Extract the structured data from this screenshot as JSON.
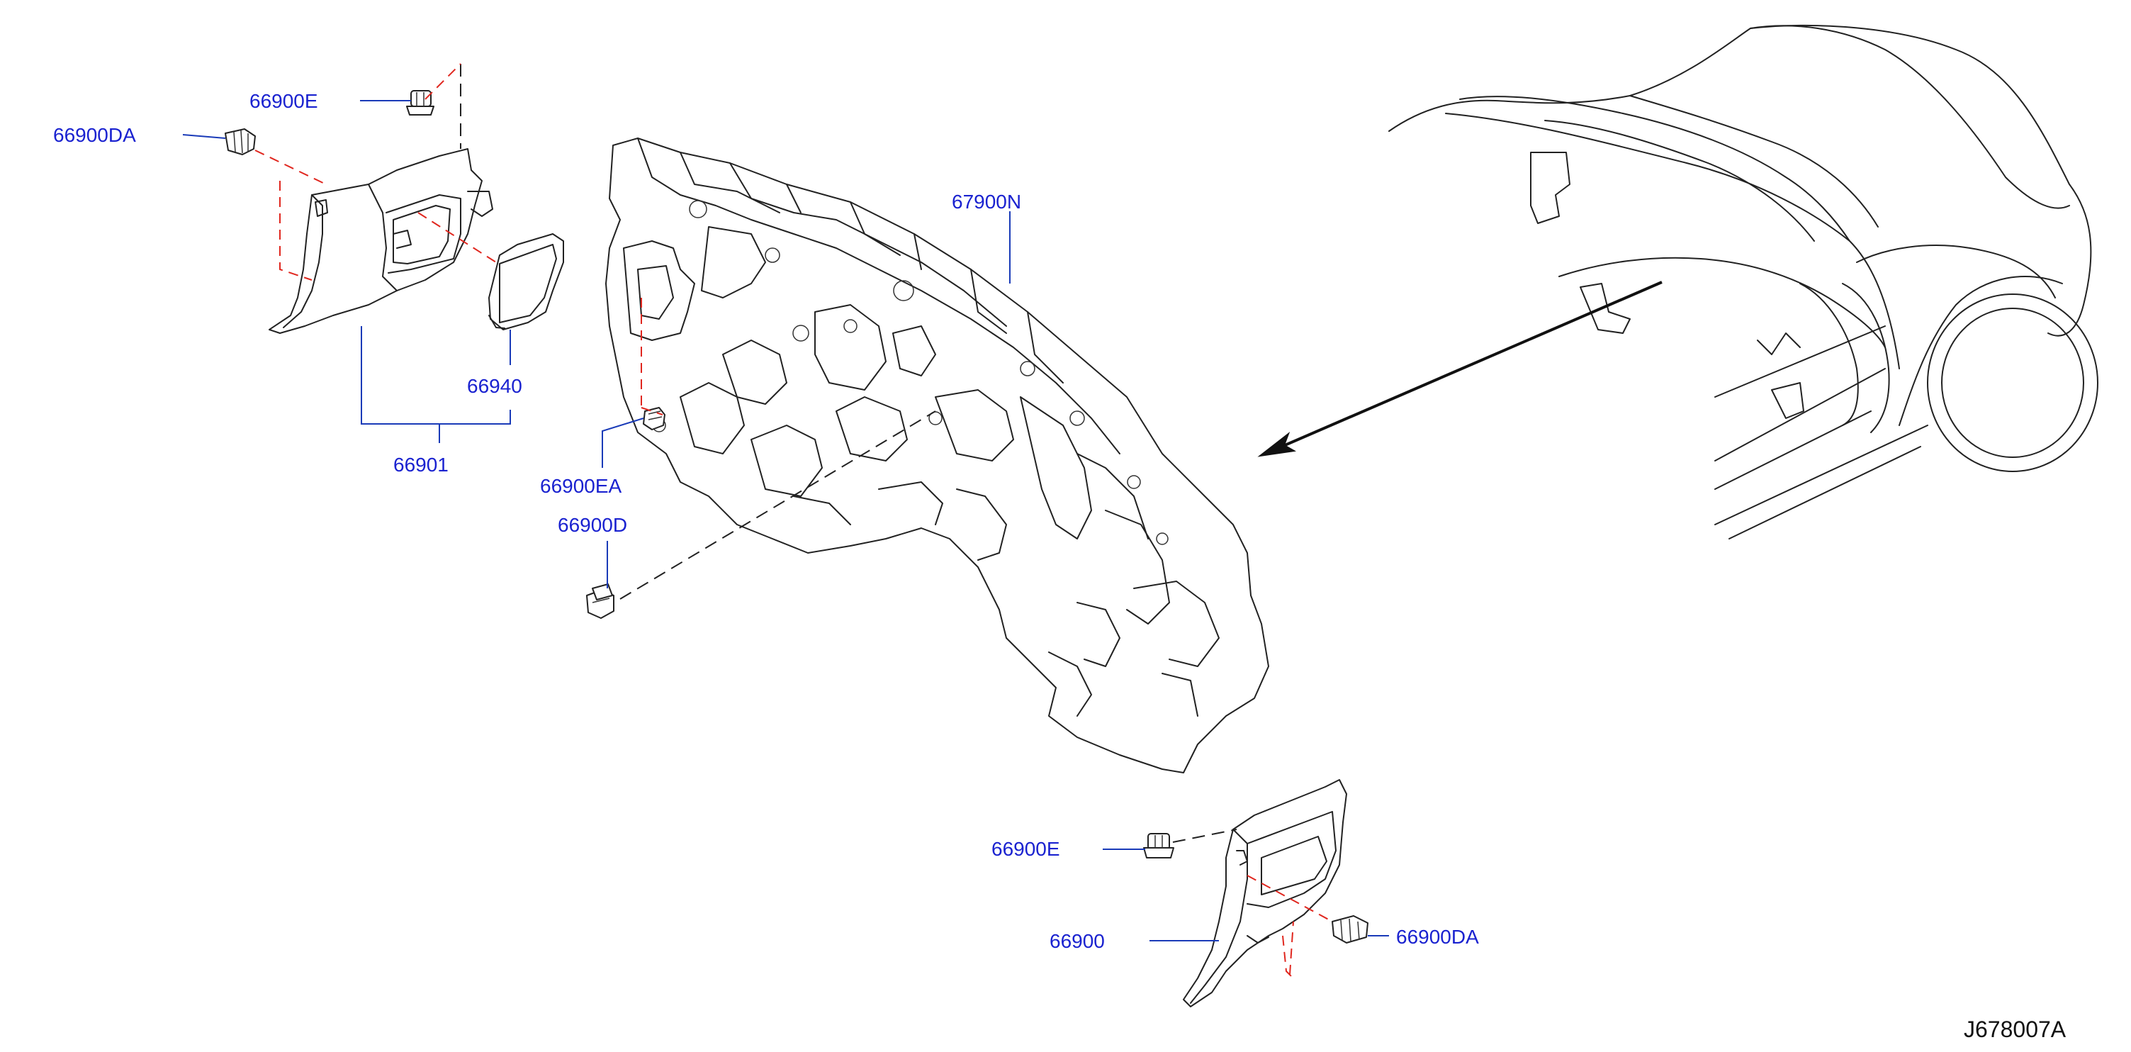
{
  "labels": {
    "p66900E_top": "66900E",
    "p66900DA_top": "66900DA",
    "p67900N": "67900N",
    "p66940": "66940",
    "p66901": "66901",
    "p66900EA": "66900EA",
    "p66900D": "66900D",
    "p66900E_bottom": "66900E",
    "p66900": "66900",
    "p66900DA_bottom": "66900DA"
  },
  "diagram_code": "J678007A",
  "colors": {
    "label_blue": "#1a22d0",
    "leader_blue": "#1a3bb8",
    "dash_red": "#e0271f",
    "line_black": "#222222"
  }
}
